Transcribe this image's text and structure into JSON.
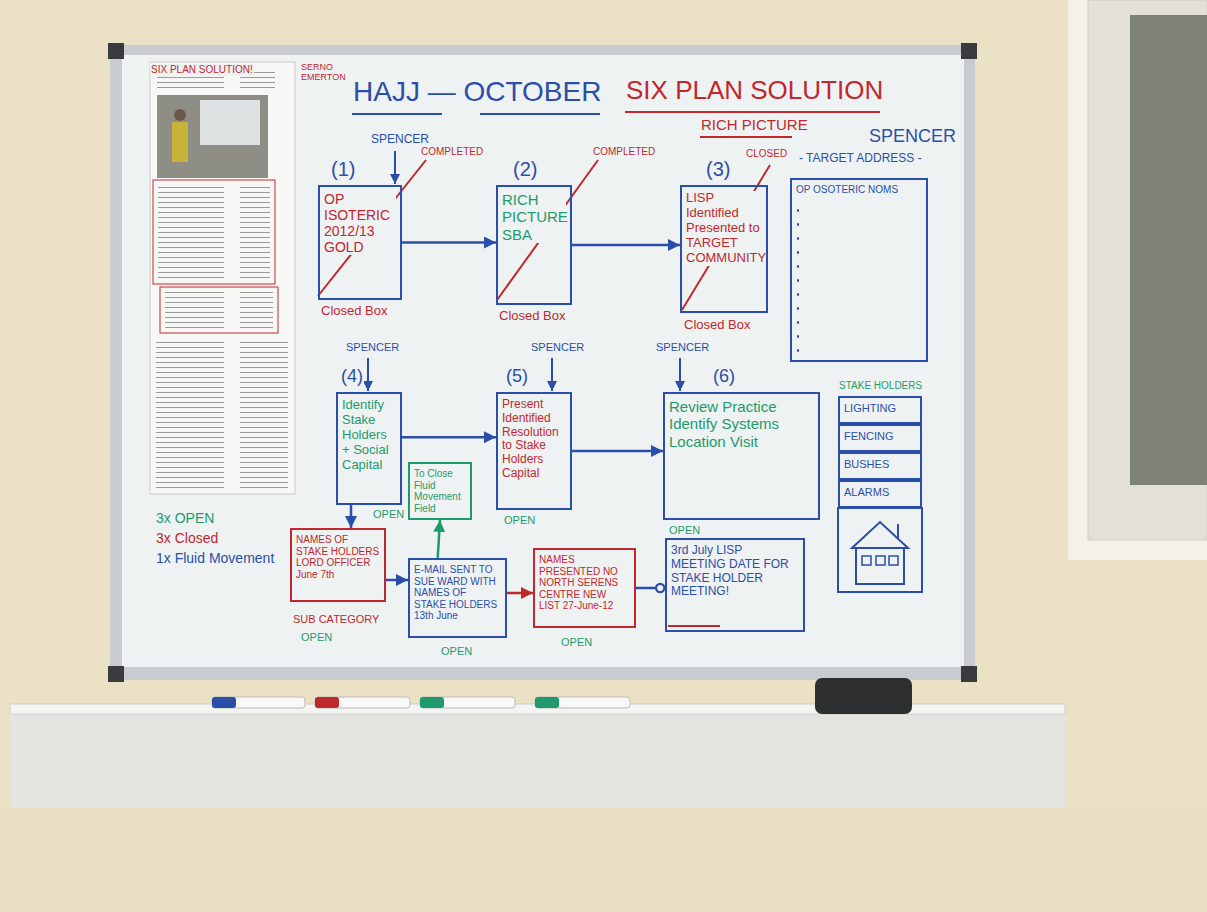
{
  "diagram": {
    "title": "HAJJ — OCTOBER",
    "nodes": [
      {
        "text": [
          "OP ISOTERIC 2012/13 GOLD"
        ]
      },
      {
        "text": [
          "RICH PICTURE SBA"
        ]
      },
      {
        "text": [
          "LISP Identified Presented to TARGET COMMUNITY"
        ]
      },
      {
        "text": [
          "OP OSOTERIC NOMS"
        ]
      },
      {
        "text": [
          "Identify Stake Holders + Social Capital"
        ]
      },
      {
        "text": [
          "To Close Fluid Movement Field"
        ]
      },
      {
        "text": [
          "Present Identified Resolution to Stake Holders Capital"
        ]
      },
      {
        "text": [
          "Review Practice Identify Systems Location Visit"
        ]
      },
      {
        "text": [
          "LIGHTING"
        ]
      },
      {
        "text": [
          "FENCING"
        ]
      },
      {
        "text": [
          "BUSHES"
        ]
      },
      {
        "text": [
          "ALARMS"
        ]
      },
      {
        "text": [
          "NAMES OF STAKE HOLDERS LORD OFFICER June 7th"
        ]
      },
      {
        "text": [
          "E-MAIL SENT TO SUE WARD WITH NAMES OF STAKE HOLDERS 13th June"
        ]
      },
      {
        "text": [
          "NAMES PRESENTED NO NORTH SERENS CENTRE NEW LIST 27-June-12"
        ]
      },
      {
        "text": [
          "3rd July LISP MEETING DATE FOR STAKE HOLDER MEETING!"
        ]
      }
    ],
    "edges": [
      {
        "from": 0,
        "to": 1,
        "arrow": "to"
      },
      {
        "from": 1,
        "to": 2,
        "arrow": "to"
      },
      {
        "from": 4,
        "to": 6,
        "arrow": "to"
      },
      {
        "from": 6,
        "to": 7,
        "arrow": "to"
      },
      {
        "from": 4,
        "to": 12,
        "arrow": "to"
      },
      {
        "from": 12,
        "to": 13,
        "arrow": "to"
      },
      {
        "from": 13,
        "to": 14,
        "arrow": "to"
      },
      {
        "from": 14,
        "to": 15,
        "arrow": "to"
      },
      {
        "from": 13,
        "to": 5,
        "arrow": "to"
      }
    ],
    "labels": [
      "SIX PLAN SOLUTION!",
      "SERNO EMERTON",
      "SIX PLAN SOLUTION",
      "RICH PICTURE",
      "SPENCER",
      "- TARGET ADDRESS -",
      "SPENCER",
      "(1)",
      "COMPLETED",
      "Closed Box",
      "(2)",
      "COMPLETED",
      "Closed Box",
      "(3)",
      "CLOSED",
      "Closed Box",
      "SPENCER",
      "SPENCER",
      "SPENCER",
      "(4)",
      "OPEN",
      "(5)",
      "OPEN",
      "(6)",
      "OPEN",
      "STAKE HOLDERS",
      "3x OPEN",
      "3x Closed",
      "1x Fluid Movement",
      "SUB CATEGORY",
      "OPEN",
      "OPEN",
      "OPEN"
    ]
  }
}
